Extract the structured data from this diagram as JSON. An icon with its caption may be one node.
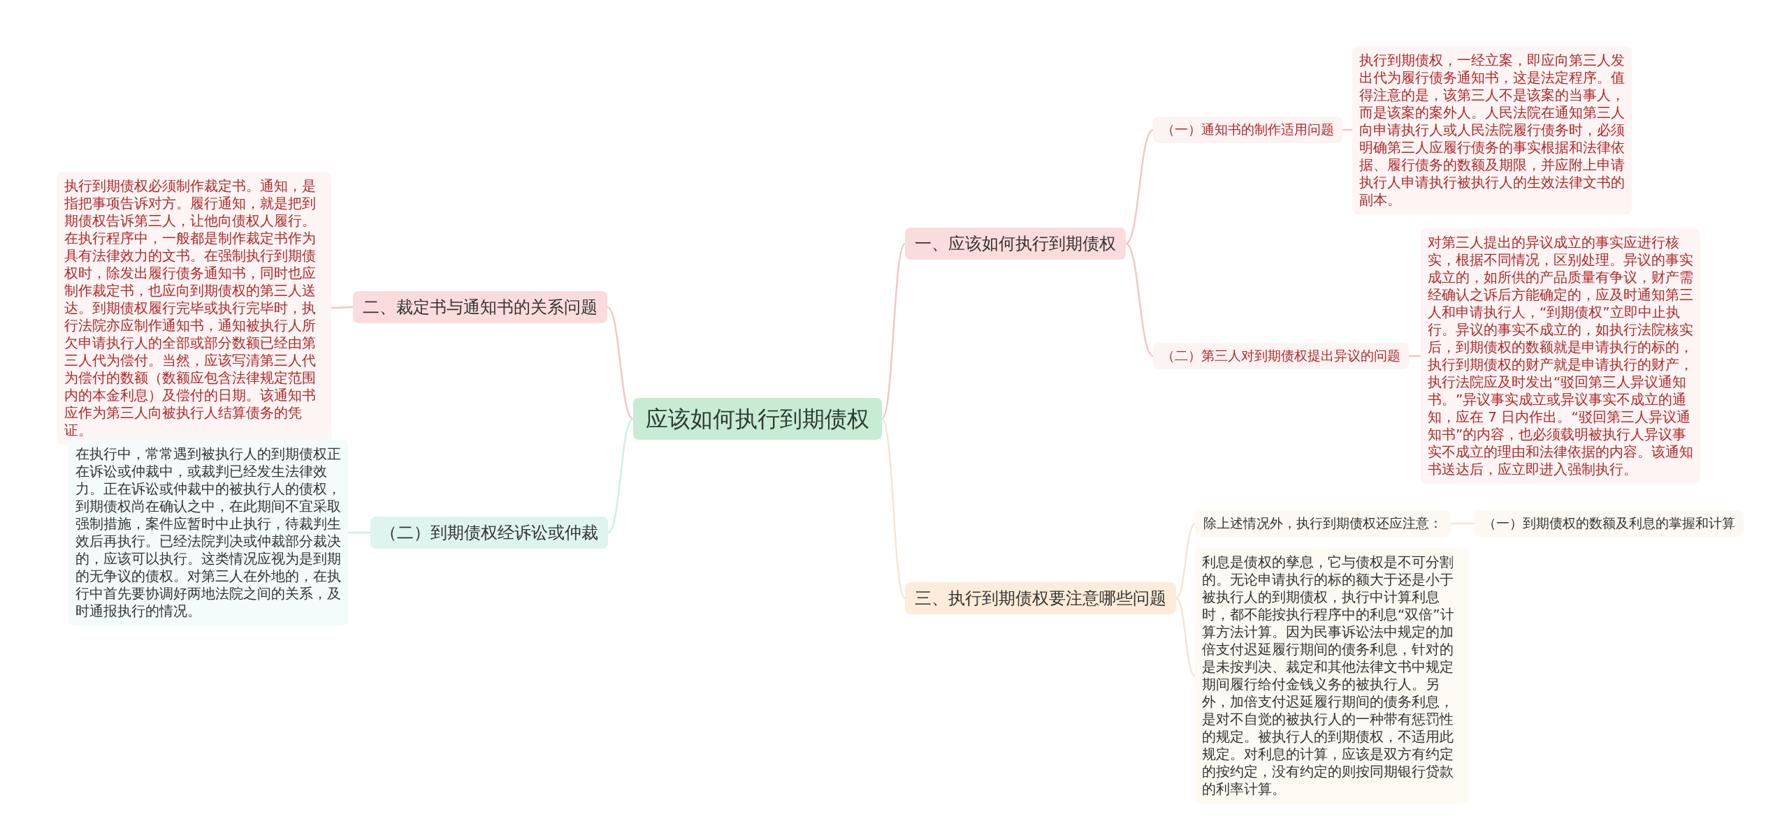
{
  "diagram": {
    "nodes": [
      {
        "text": [
          "应该如何执行到期债权"
        ]
      },
      {
        "text": [
          "一、应该如何执行到期债权"
        ]
      },
      {
        "text": [
          "（一）通知书的制作适用问题"
        ]
      },
      {
        "text": [
          "执行到期债权，一经立案，即应向第三人发出代为履行债务通知书，这是法定程序。值得注意的是，该第三人不是该案的当事人，而是该案的案外人。人民法院在通知第三人向申请执行人或人民法院履行债务时，必须明确第三人应履行债务的事实根据和法律依据、履行债务的数额及期限，并应附上申请执行人申请执行被执行人的生效法律文书的副本。"
        ]
      },
      {
        "text": [
          "（二）第三人对到期债权提出异议的问题"
        ]
      },
      {
        "text": [
          "对第三人提出的异议成立的事实应进行核实，根据不同情况，区别处理。异议的事实成立的，如所供的产品质量有争议，财产需经确认之诉后方能确定的，应及时通知第三人和申请执行人，“到期债权”立即中止执行。异议的事实不成立的，如执行法院核实后，到期债权的数额就是申请执行的标的，执行到期债权的财产就是申请执行的财产，执行法院应及时发出“驳回第三人异议通知书。”异议事实成立或异议事实不成立的通知，应在 7 日内作出。“驳回第三人异议通知书”的内容，也必须载明被执行人异议事实不成立的理由和法律依据的内容。该通知书送达后，应立即进入强制执行。"
        ]
      },
      {
        "text": [
          "三、执行到期债权要注意哪些问题"
        ]
      },
      {
        "text": [
          "除上述情况外，执行到期债权还应注意："
        ]
      },
      {
        "text": [
          "（一）到期债权的数额及利息的掌握和计算"
        ]
      },
      {
        "text": [
          "利息是债权的孳息，它与债权是不可分割的。无论申请执行的标的额大于还是小于被执行人的到期债权，执行中计算利息时，都不能按执行程序中的利息“双倍”计算方法计算。因为民事诉讼法中规定的加倍支付迟延履行期间的债务利息，针对的是未按判决、裁定和其他法律文书中规定期间履行给付金钱义务的被执行人。另外，加倍支付迟延履行期间的债务利息，是对不自觉的被执行人的一种带有惩罚性的规定。被执行人的到期债权，不适用此规定。对利息的计算，应该是双方有约定的按约定，没有约定的则按同期银行贷款的利率计算。"
        ]
      },
      {
        "text": [
          "二、裁定书与通知书的关系问题"
        ]
      },
      {
        "text": [
          "执行到期债权必须制作裁定书。通知，是指把事项告诉对方。履行通知，就是把到期债权告诉第三人，让他向债权人履行。在执行程序中，一般都是制作裁定书作为具有法律效力的文书。在强制执行到期债权时，除发出履行债务通知书，同时也应制作裁定书，也应向到期债权的第三人送达。到期债权履行完毕或执行完毕时，执行法院亦应制作通知书，通知被执行人所欠申请执行人的全部或部分数额已经由第三人代为偿付。当然，应该写清第三人代为偿付的数额（数额应包含法律规定范围内的本金利息）及偿付的日期。该通知书应作为第三人向被执行人结算债务的凭证。"
        ]
      },
      {
        "text": [
          "（二）到期债权经诉讼或仲裁"
        ]
      },
      {
        "text": [
          "在执行中，常常遇到被执行人的到期债权正在诉讼或仲裁中，或裁判已经发生法律效力。正在诉讼或仲裁中的被执行人的债权，到期债权尚在确认之中，在此期间不宜采取强制措施，案件应暂时中止执行，待裁判生效后再执行。已经法院判决或仲裁部分裁决的，应该可以执行。这类情况应视为是到期的无争议的债权。对第三人在外地的，在执行中首先要协调好两地法院之间的关系，及时通报执行的情况。"
        ]
      }
    ],
    "edges": [
      {
        "from": 0,
        "to": 1,
        "arrow": "none"
      },
      {
        "from": 1,
        "to": 2,
        "arrow": "none"
      },
      {
        "from": 2,
        "to": 3,
        "arrow": "none"
      },
      {
        "from": 1,
        "to": 4,
        "arrow": "none"
      },
      {
        "from": 4,
        "to": 5,
        "arrow": "none"
      },
      {
        "from": 0,
        "to": 6,
        "arrow": "none",
        "color": "#f1e6d6"
      },
      {
        "from": 6,
        "to": 7,
        "arrow": "none",
        "color": "#f1e6d6"
      },
      {
        "from": 7,
        "to": 8,
        "arrow": "none",
        "color": "#f1e6d6"
      },
      {
        "from": 6,
        "to": 9,
        "arrow": "none",
        "color": "#f1e6d6"
      },
      {
        "from": 0,
        "to": 10,
        "arrow": "none"
      },
      {
        "from": 10,
        "to": 11,
        "arrow": "none"
      },
      {
        "from": 0,
        "to": 12,
        "arrow": "none",
        "color": "#cdeee6"
      },
      {
        "from": 12,
        "to": 13,
        "arrow": "none",
        "color": "#cdeee6"
      }
    ]
  }
}
